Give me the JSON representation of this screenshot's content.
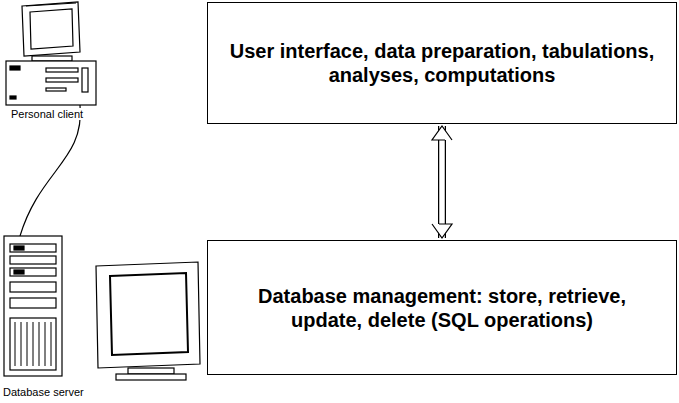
{
  "diagram": {
    "nodes": [
      {
        "text": [
          "User interface, data preparation, tabulations, analyses, computations"
        ]
      },
      {
        "text": [
          "Database management: store, retrieve, update, delete (SQL operations)"
        ]
      }
    ],
    "edges": [
      {
        "from": 0,
        "to": 1,
        "arrow": "both"
      }
    ],
    "labels": [
      "Personal client",
      "Database server"
    ]
  }
}
